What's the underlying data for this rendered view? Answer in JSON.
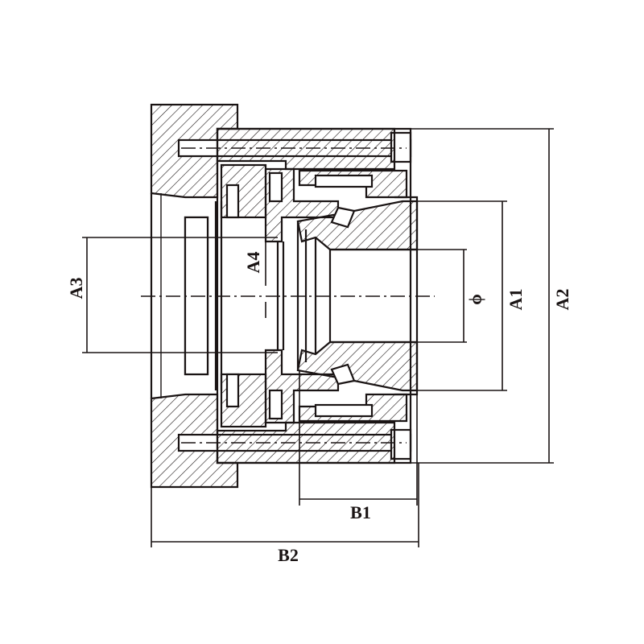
{
  "labels": {
    "a1": "A1",
    "a2": "A2",
    "a3": "A3",
    "a4": "A4",
    "phi": "ϕ",
    "b1": "B1",
    "b2": "B2"
  },
  "colors": {
    "ink": "#1a1414",
    "paper": "#ffffff"
  }
}
